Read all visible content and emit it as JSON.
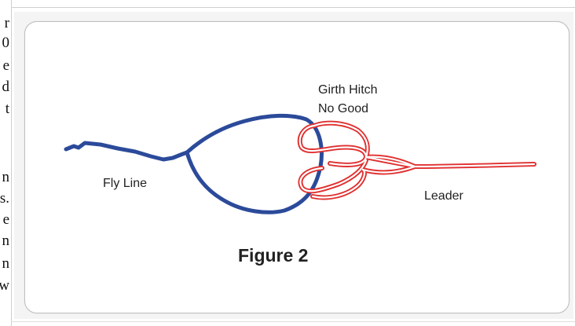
{
  "left_text_fragments": [
    "r",
    "0",
    "e",
    "d",
    "t",
    "n",
    "s.",
    "e",
    "n",
    "n",
    "w"
  ],
  "figure": {
    "title": "Figure 2",
    "label_fly_line": "Fly Line",
    "label_girth_hitch_line1": "Girth Hitch",
    "label_girth_hitch_line2": "No Good",
    "label_leader": "Leader"
  },
  "colors": {
    "fly_line": "#2b4a9a",
    "leader": "#e03030",
    "card_border": "#bfbfbf",
    "panel_bg": "#f4f4f4"
  }
}
